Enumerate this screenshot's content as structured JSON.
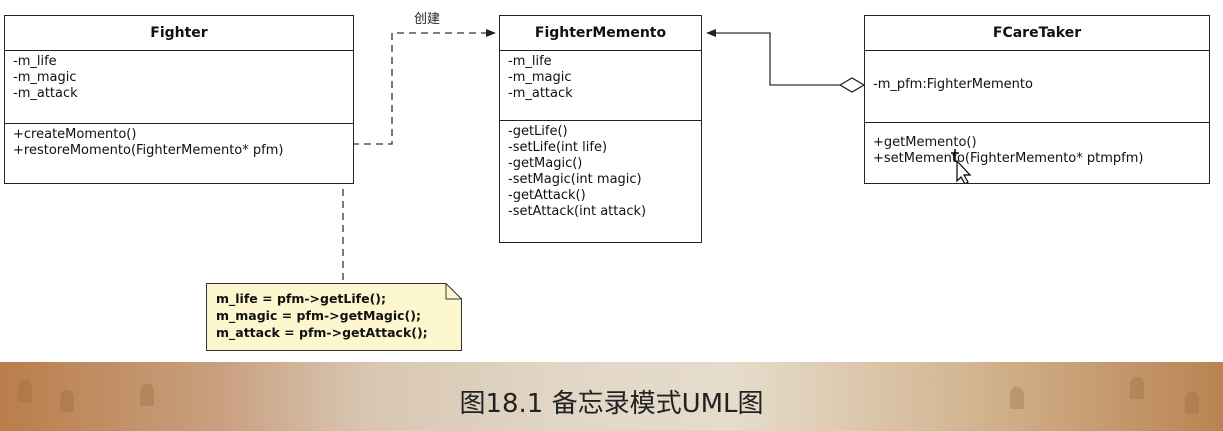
{
  "relation_label": "创建",
  "classes": {
    "fighter": {
      "name": "Fighter",
      "attributes": [
        "-m_life",
        "-m_magic",
        "-m_attack"
      ],
      "operations": [
        "+createMomento()",
        "+restoreMomento(FighterMemento* pfm)"
      ]
    },
    "memento": {
      "name": "FighterMemento",
      "attributes": [
        "-m_life",
        "-m_magic",
        "-m_attack"
      ],
      "operations": [
        "-getLife()",
        "-setLife(int life)",
        "-getMagic()",
        "-setMagic(int magic)",
        "-getAttack()",
        "-setAttack(int attack)"
      ]
    },
    "caretaker": {
      "name": "FCareTaker",
      "attributes": [
        "-m_pfm:FighterMemento"
      ],
      "operations": [
        "+getMemento()",
        "+setMemento(FighterMemento* ptmpfm)"
      ]
    }
  },
  "note": {
    "lines": [
      "m_life = pfm->getLife();",
      "m_magic = pfm->getMagic();",
      "m_attack = pfm->getAttack();"
    ]
  },
  "caption": "图18.1 备忘录模式UML图",
  "colors": {
    "note_fill": "#fcf7cf",
    "line": "#333333"
  }
}
